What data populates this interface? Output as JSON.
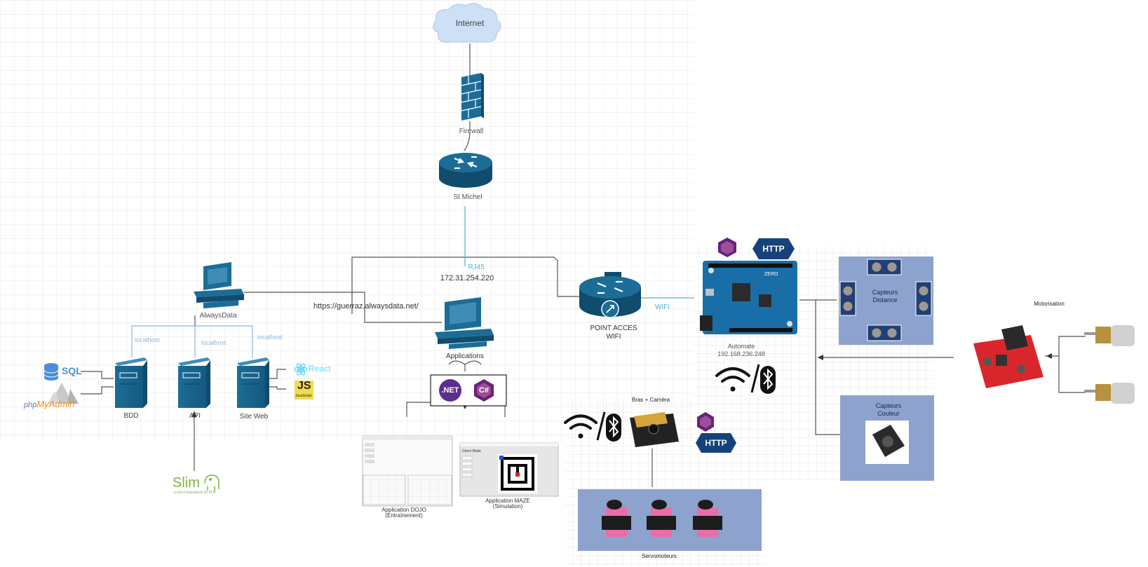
{
  "nodes": {
    "internet": "Internet",
    "firewall": "Firewall",
    "router": "St Michel",
    "rj45": "RJ45",
    "ip_main": "172.31.254.220",
    "url": "https://guerraz.alwaysdata.net/",
    "alwaysdata": "AlwaysData",
    "localhost1": "localhost",
    "localhost2": "localhost",
    "localhost3": "localhost",
    "bdd": "BDD",
    "api": "API",
    "siteweb": "Site Web",
    "applications": "Applications",
    "access_point_1": "POINT ACCES",
    "access_point_2": "WIFI",
    "wifi": "WIFI",
    "automate_1": "Automate",
    "automate_2": "192.168.236.248",
    "capteurs_distance_1": "Capteurs",
    "capteurs_distance_2": "Distance",
    "capteurs_couleur_1": "Capteurs",
    "capteurs_couleur_2": "Couleur",
    "motorisation": "Motorisation",
    "bras_camera": "Bras + Caméra",
    "servomoteurs": "Servomoteurs",
    "app_dojo_1": "Application DOJO",
    "app_dojo_2": "(Entraînement)",
    "app_maze_1": "Application MAZE",
    "app_maze_2": "(Simulation)"
  },
  "logos": {
    "sql": "SQL",
    "php": "php",
    "myadmin": "MyAdmin",
    "react": "React",
    "js": "JS",
    "js_sub": "JavaScript",
    "slim": "Slim",
    "slim_sub": "a micro framework for PHP",
    "dotnet": ".NET",
    "csharp": "C#",
    "http": "HTTP",
    "zero": "ZERO",
    "maze_title": "Direct Mode"
  },
  "colors": {
    "device": "#1b6d97",
    "device_dark": "#0f4c6e",
    "link_blue": "#6fa8dc",
    "panel": "#8da2cc",
    "cloud": "#cde0f5"
  }
}
